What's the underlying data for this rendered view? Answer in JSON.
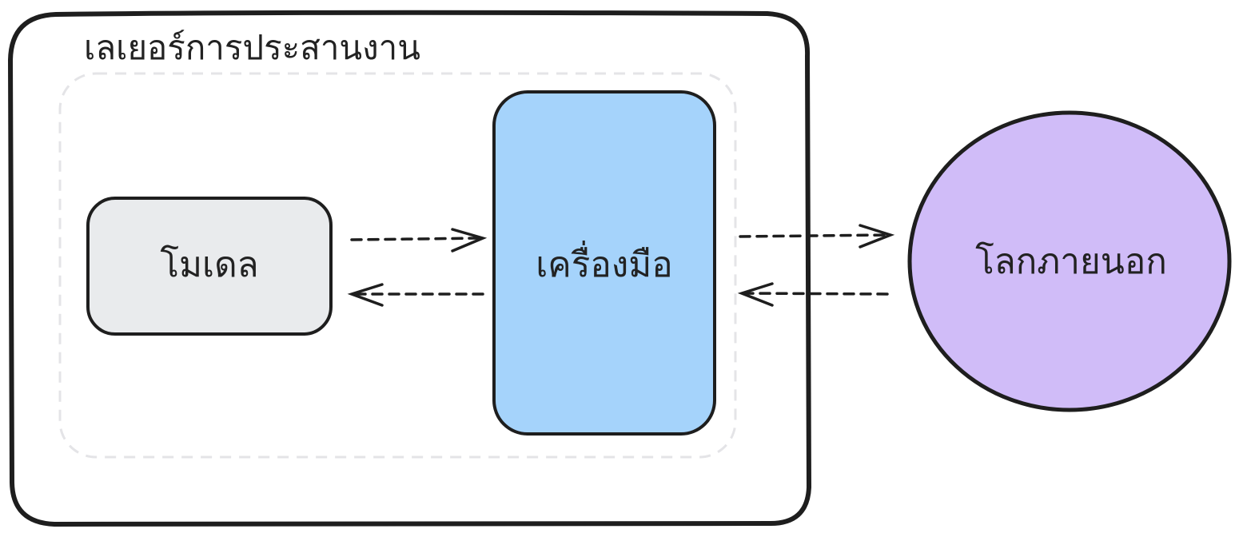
{
  "diagram": {
    "layer_title": "เลเยอร์การประสานงาน",
    "nodes": {
      "model": "โมเดล",
      "tool": "เครื่องมือ",
      "external_world": "โลกภายนอก"
    },
    "colors": {
      "outline": "#1e1e1e",
      "dashed_group": "#e4e4e7",
      "model_fill": "#e9ebed",
      "tool_fill": "#a5d3fb",
      "world_fill": "#d0bcf8",
      "arrow": "#1e1e1e"
    }
  }
}
